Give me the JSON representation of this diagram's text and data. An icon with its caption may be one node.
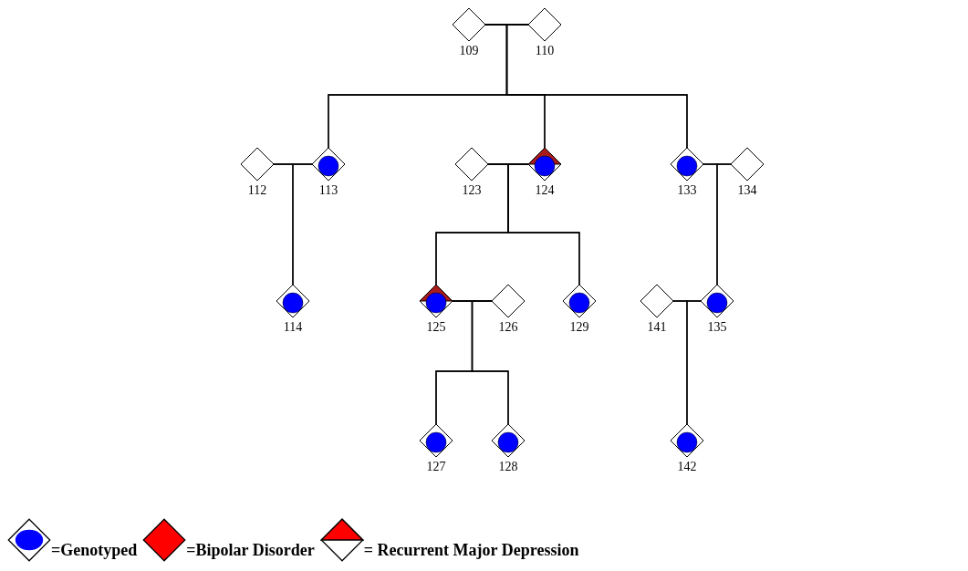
{
  "diagram": {
    "nodes": [
      {
        "text": [],
        "shape": "diamond",
        "beside": [
          "109"
        ]
      },
      {
        "text": [],
        "shape": "diamond",
        "beside": [
          "110"
        ]
      },
      {
        "text": [],
        "shape": "diamond",
        "beside": [
          "112"
        ]
      },
      {
        "text": [],
        "shape": "diamond",
        "beside": [
          "113"
        ]
      },
      {
        "text": [],
        "shape": "diamond",
        "beside": [
          "123"
        ]
      },
      {
        "text": [],
        "shape": "diamond",
        "beside": [
          "124"
        ]
      },
      {
        "text": [],
        "shape": "diamond",
        "beside": [
          "133"
        ]
      },
      {
        "text": [],
        "shape": "diamond",
        "beside": [
          "134"
        ]
      },
      {
        "text": [],
        "shape": "diamond",
        "beside": [
          "114"
        ]
      },
      {
        "text": [],
        "shape": "diamond",
        "beside": [
          "125"
        ]
      },
      {
        "text": [],
        "shape": "diamond",
        "beside": [
          "126"
        ]
      },
      {
        "text": [],
        "shape": "diamond",
        "beside": [
          "129"
        ]
      },
      {
        "text": [],
        "shape": "diamond",
        "beside": [
          "141"
        ]
      },
      {
        "text": [],
        "shape": "diamond",
        "beside": [
          "135"
        ]
      },
      {
        "text": [],
        "shape": "diamond",
        "beside": [
          "127"
        ]
      },
      {
        "text": [],
        "shape": "diamond",
        "beside": [
          "128"
        ]
      },
      {
        "text": [],
        "shape": "diamond",
        "beside": [
          "142"
        ]
      }
    ],
    "edges": [
      {
        "from": 0,
        "to": 1,
        "arrow": "none"
      },
      {
        "from": 0,
        "to": 3,
        "arrow": "none"
      },
      {
        "from": 1,
        "to": 3,
        "arrow": "none"
      },
      {
        "from": 0,
        "to": 5,
        "arrow": "none"
      },
      {
        "from": 1,
        "to": 5,
        "arrow": "none"
      },
      {
        "from": 0,
        "to": 6,
        "arrow": "none"
      },
      {
        "from": 1,
        "to": 6,
        "arrow": "none"
      },
      {
        "from": 2,
        "to": 3,
        "arrow": "none"
      },
      {
        "from": 4,
        "to": 5,
        "arrow": "none"
      },
      {
        "from": 6,
        "to": 7,
        "arrow": "none"
      },
      {
        "from": 2,
        "to": 8,
        "arrow": "none"
      },
      {
        "from": 3,
        "to": 8,
        "arrow": "none"
      },
      {
        "from": 4,
        "to": 9,
        "arrow": "none"
      },
      {
        "from": 5,
        "to": 9,
        "arrow": "none"
      },
      {
        "from": 4,
        "to": 11,
        "arrow": "none"
      },
      {
        "from": 5,
        "to": 11,
        "arrow": "none"
      },
      {
        "from": 6,
        "to": 13,
        "arrow": "none"
      },
      {
        "from": 7,
        "to": 13,
        "arrow": "none"
      },
      {
        "from": 9,
        "to": 10,
        "arrow": "none"
      },
      {
        "from": 12,
        "to": 13,
        "arrow": "none"
      },
      {
        "from": 9,
        "to": 14,
        "arrow": "none"
      },
      {
        "from": 10,
        "to": 14,
        "arrow": "none"
      },
      {
        "from": 9,
        "to": 15,
        "arrow": "none"
      },
      {
        "from": 10,
        "to": 15,
        "arrow": "none"
      },
      {
        "from": 12,
        "to": 16,
        "arrow": "none"
      },
      {
        "from": 13,
        "to": 16,
        "arrow": "none"
      }
    ],
    "legend": [
      {
        "text": "=Genotyped"
      },
      {
        "text": "=Bipolar Disorder"
      },
      {
        "text": "= Recurrent Major Depression"
      }
    ]
  }
}
